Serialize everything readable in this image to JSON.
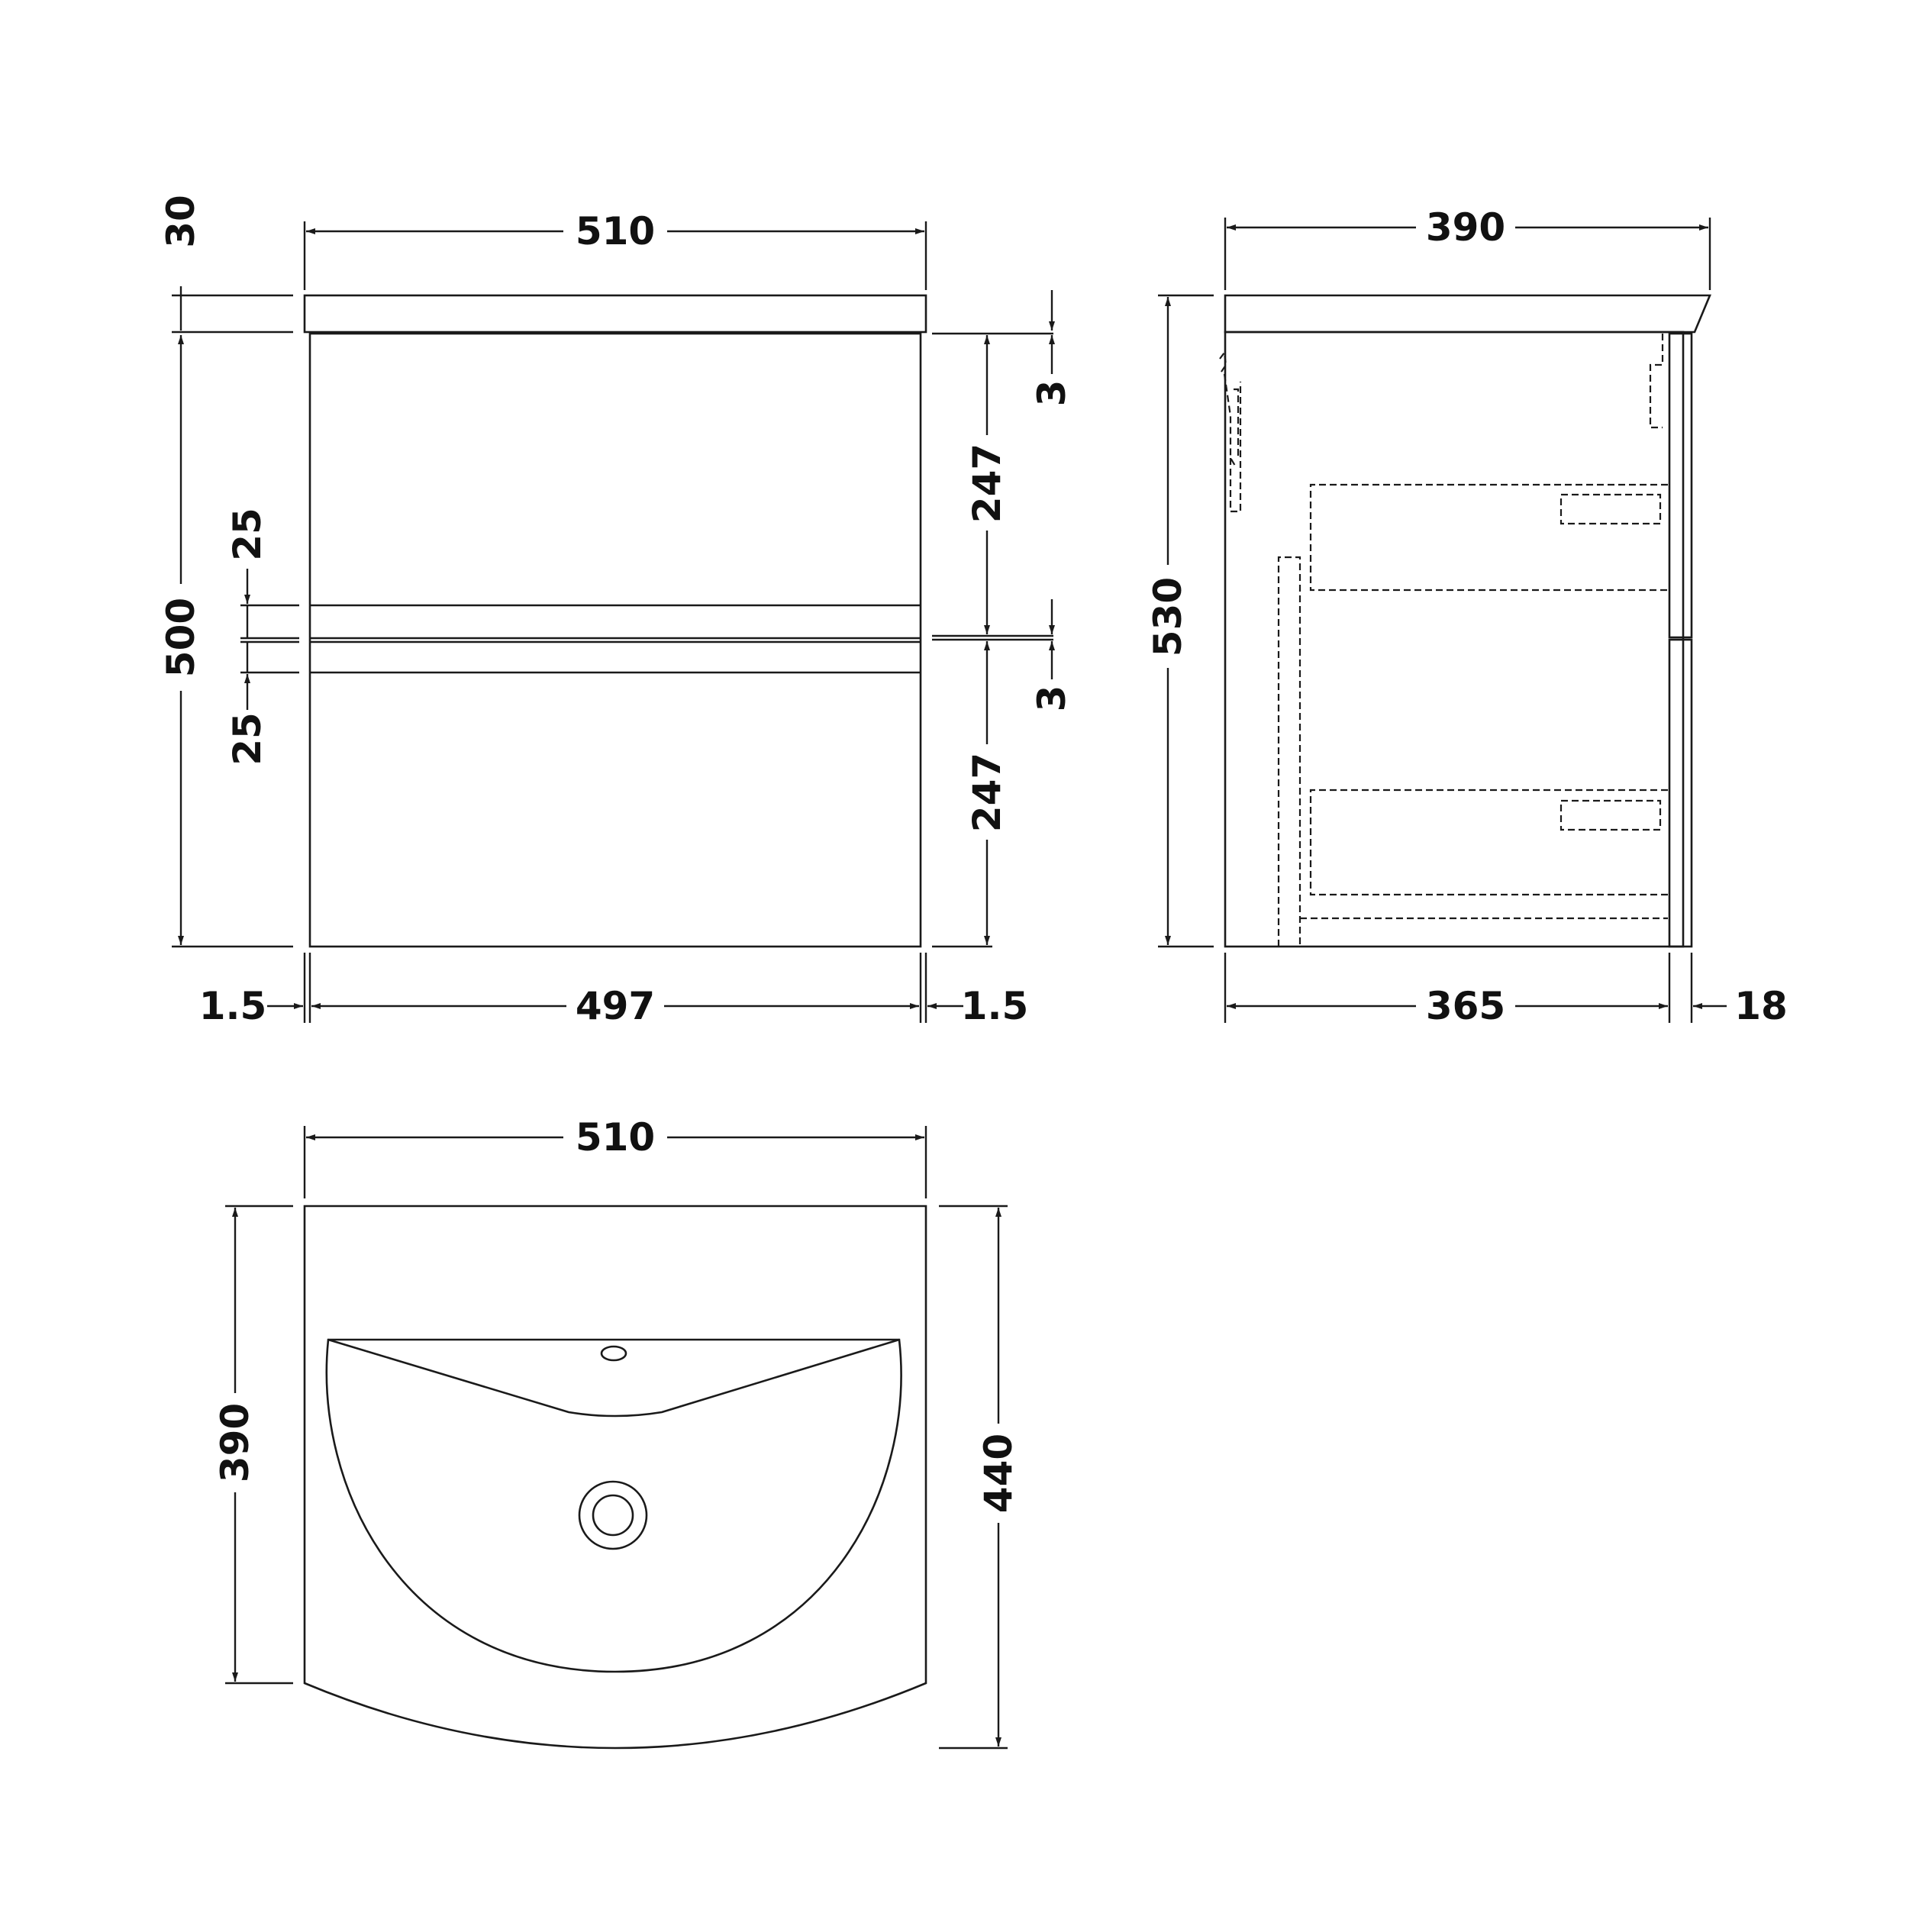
{
  "front_view": {
    "overall_width": "510",
    "top_thickness": "30",
    "body_height": "500",
    "upper_drawer_height": "247",
    "lower_drawer_height": "247",
    "upper_gap": "3",
    "middle_gap": "3",
    "upper_handle_recess": "25",
    "lower_handle_recess": "25",
    "left_side": "1.5",
    "inner_width": "497",
    "right_side": "1.5"
  },
  "side_view": {
    "overall_depth": "390",
    "overall_height": "530",
    "carcass_depth": "365",
    "door_thickness": "18"
  },
  "top_view": {
    "basin_width": "510",
    "basin_depth_sides": "390",
    "basin_depth_center": "440"
  },
  "colors": {
    "line": "#1a1a1a",
    "text": "#111111",
    "background": "#ffffff"
  }
}
